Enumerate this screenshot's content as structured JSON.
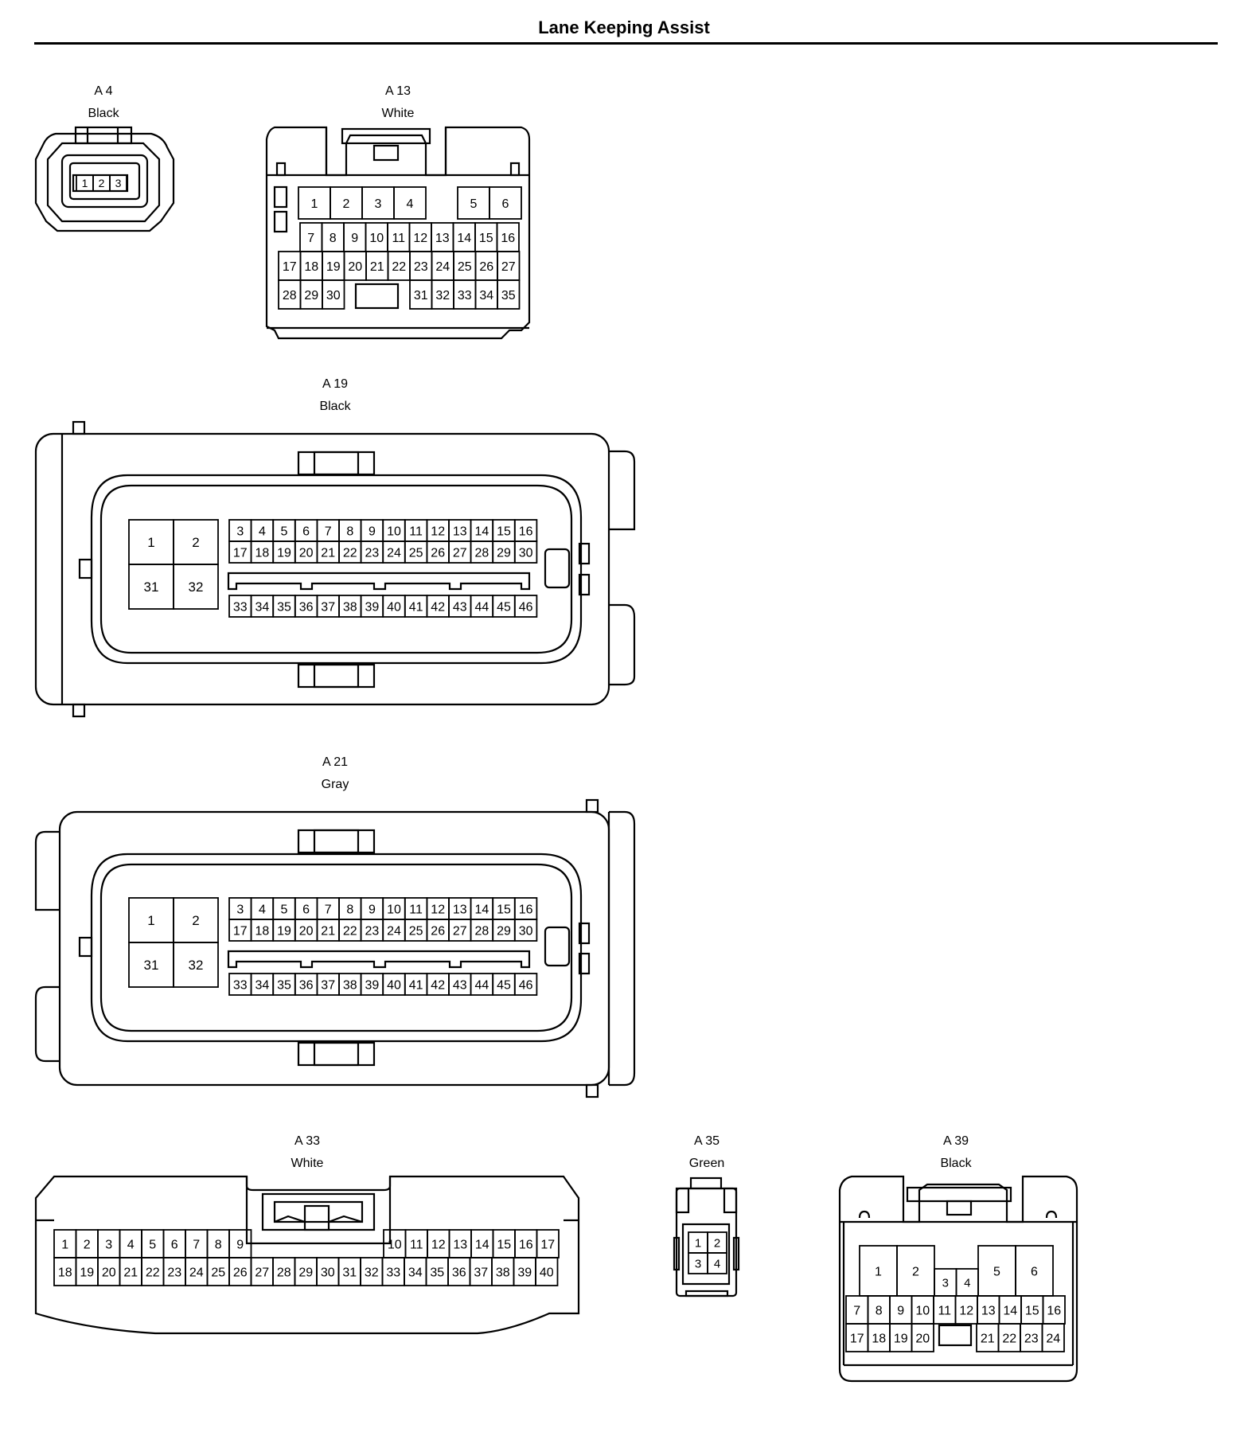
{
  "title": "Lane Keeping Assist",
  "connectors": {
    "a4": {
      "id": "A 4",
      "color": "Black",
      "pins": [
        "1",
        "2",
        "3"
      ]
    },
    "a13": {
      "id": "A 13",
      "color": "White",
      "rows": [
        [
          "1",
          "2",
          "3",
          "4",
          "5",
          "6"
        ],
        [
          "7",
          "8",
          "9",
          "10",
          "11",
          "12",
          "13",
          "14",
          "15",
          "16"
        ],
        [
          "17",
          "18",
          "19",
          "20",
          "21",
          "22",
          "23",
          "24",
          "25",
          "26",
          "27"
        ],
        [
          "28",
          "29",
          "30",
          "31",
          "32",
          "33",
          "34",
          "35"
        ]
      ]
    },
    "a19": {
      "id": "A 19",
      "color": "Black",
      "large": [
        "1",
        "2",
        "31",
        "32"
      ],
      "rows": [
        [
          "3",
          "4",
          "5",
          "6",
          "7",
          "8",
          "9",
          "10",
          "11",
          "12",
          "13",
          "14",
          "15",
          "16"
        ],
        [
          "17",
          "18",
          "19",
          "20",
          "21",
          "22",
          "23",
          "24",
          "25",
          "26",
          "27",
          "28",
          "29",
          "30"
        ],
        [
          "33",
          "34",
          "35",
          "36",
          "37",
          "38",
          "39",
          "40",
          "41",
          "42",
          "43",
          "44",
          "45",
          "46"
        ]
      ]
    },
    "a21": {
      "id": "A 21",
      "color": "Gray",
      "large": [
        "1",
        "2",
        "31",
        "32"
      ],
      "rows": [
        [
          "3",
          "4",
          "5",
          "6",
          "7",
          "8",
          "9",
          "10",
          "11",
          "12",
          "13",
          "14",
          "15",
          "16"
        ],
        [
          "17",
          "18",
          "19",
          "20",
          "21",
          "22",
          "23",
          "24",
          "25",
          "26",
          "27",
          "28",
          "29",
          "30"
        ],
        [
          "33",
          "34",
          "35",
          "36",
          "37",
          "38",
          "39",
          "40",
          "41",
          "42",
          "43",
          "44",
          "45",
          "46"
        ]
      ]
    },
    "a33": {
      "id": "A 33",
      "color": "White",
      "rows": [
        [
          "1",
          "2",
          "3",
          "4",
          "5",
          "6",
          "7",
          "8",
          "9",
          "10",
          "11",
          "12",
          "13",
          "14",
          "15",
          "16",
          "17"
        ],
        [
          "18",
          "19",
          "20",
          "21",
          "22",
          "23",
          "24",
          "25",
          "26",
          "27",
          "28",
          "29",
          "30",
          "31",
          "32",
          "33",
          "34",
          "35",
          "36",
          "37",
          "38",
          "39",
          "40"
        ]
      ]
    },
    "a35": {
      "id": "A 35",
      "color": "Green",
      "pins": [
        "1",
        "2",
        "3",
        "4"
      ]
    },
    "a39": {
      "id": "A 39",
      "color": "Black",
      "rows": [
        [
          "1",
          "2",
          "3",
          "4",
          "5",
          "6"
        ],
        [
          "7",
          "8",
          "9",
          "10",
          "11",
          "12",
          "13",
          "14",
          "15",
          "16"
        ],
        [
          "17",
          "18",
          "19",
          "20",
          "21",
          "22",
          "23",
          "24"
        ]
      ]
    }
  }
}
